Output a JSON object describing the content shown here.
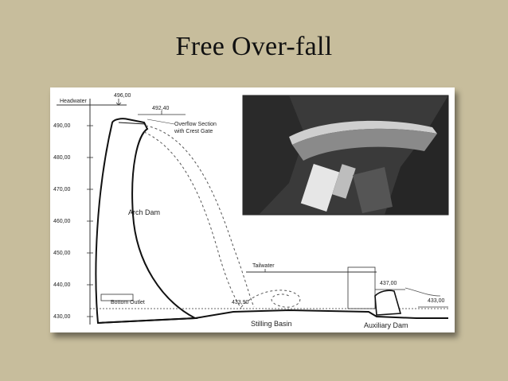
{
  "slide": {
    "title": "Free Over-fall"
  },
  "diagram": {
    "elevation_labels": [
      "490,00",
      "480,00",
      "470,00",
      "460,00",
      "450,00",
      "440,00",
      "430,00"
    ],
    "headwater_label": "Headwater",
    "headwater_elevation": "496,00",
    "crest_gate_elevation": "492,40",
    "overflow_section_label_line1": "Overflow Section",
    "overflow_section_label_line2": "with Crest Gate",
    "arch_dam_label": "Arch Dam",
    "bottom_outlet_label": "Bottom Outlet",
    "tailwater_label": "Tailwater",
    "basin_floor_elevation": "433,90",
    "auxiliary_dam_crest_elevation": "437,00",
    "downstream_elevation": "433,00",
    "stilling_basin_label": "Stilling Basin",
    "auxiliary_dam_label": "Auxiliary Dam"
  },
  "photo": {
    "subject": "aerial-photo-of-arch-dam"
  },
  "colors": {
    "background": "#c7bd9c",
    "card": "#ffffff",
    "ink": "#222222"
  }
}
